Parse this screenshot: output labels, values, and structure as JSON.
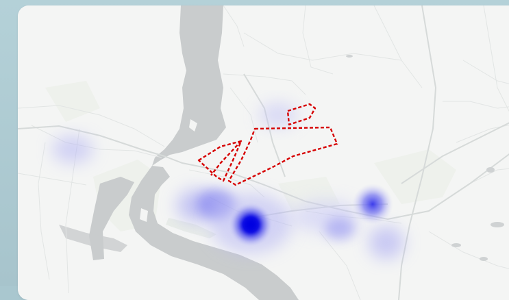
{
  "map": {
    "colors": {
      "land": "#f4f5f4",
      "water": "#c9cccd",
      "roads": "#dfe2e1",
      "major_roads": "#d5d9d8",
      "boundary": "#d60000",
      "heat": "#0000ff"
    },
    "layers": {
      "base": "light-grey-basemap",
      "overlay": "density-heatmap",
      "annotation": "dashed-red-boundary"
    }
  }
}
